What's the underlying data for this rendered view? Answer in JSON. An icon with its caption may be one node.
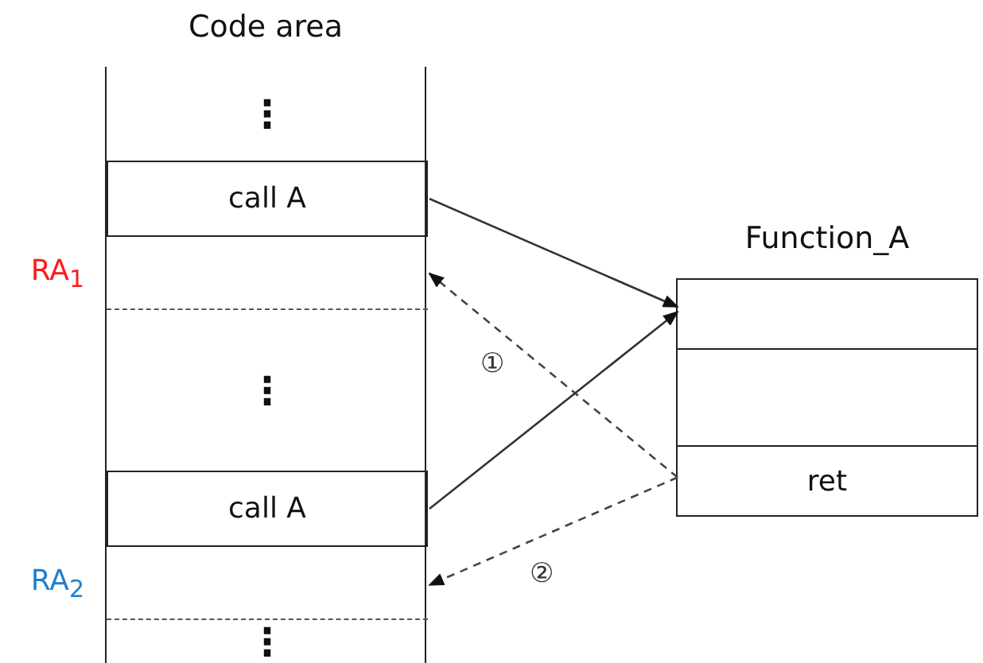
{
  "diagram": {
    "nodes": [
      {
        "text": [
          "Code area"
        ]
      },
      {
        "text": [
          "⋮"
        ],
        "in": 0
      },
      {
        "text": [
          "call A"
        ],
        "in": 0
      },
      {
        "text": [],
        "shape": "box",
        "in": 0,
        "beside": [
          "RA$_{1}$"
        ]
      },
      {
        "text": [
          "⋮"
        ],
        "in": 0
      },
      {
        "text": [
          "call A"
        ],
        "in": 0
      },
      {
        "text": [],
        "shape": "box",
        "in": 0,
        "beside": [
          "RA$_{2}$"
        ]
      },
      {
        "text": [
          "⋮"
        ],
        "in": 0
      },
      {
        "text": [
          "Function_A"
        ]
      },
      {
        "text": [],
        "shape": "box",
        "in": 8
      },
      {
        "text": [],
        "shape": "box",
        "in": 8
      },
      {
        "text": [
          "ret"
        ],
        "in": 8
      }
    ],
    "edges": [
      {
        "from": 2,
        "to": 9,
        "arrow": "to"
      },
      {
        "from": 11,
        "to": 3,
        "arrow": "to",
        "style": "dashed",
        "label": "①"
      },
      {
        "from": 5,
        "to": 9,
        "arrow": "to"
      },
      {
        "from": 11,
        "to": 6,
        "arrow": "to",
        "style": "dashed",
        "label": "②"
      }
    ]
  }
}
